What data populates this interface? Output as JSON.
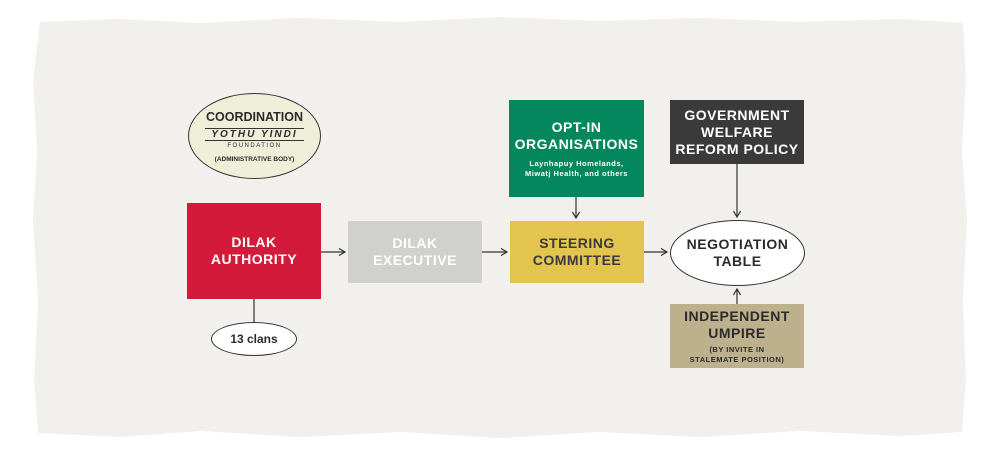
{
  "diagram": {
    "nodes": {
      "coordination": {
        "title": "COORDINATION",
        "logo_text": "YOTHU YINDI",
        "logo_sub": "FOUNDATION",
        "note": "(ADMINISTRATIVE BODY)"
      },
      "dilak_authority": {
        "line1": "DILAK",
        "line2": "AUTHORITY",
        "color": "#d41a3a"
      },
      "clans": {
        "label": "13 clans"
      },
      "dilak_executive": {
        "line1": "DILAK",
        "line2": "EXECUTIVE",
        "color": "#d0d0ce"
      },
      "steering": {
        "line1": "STEERING",
        "line2": "COMMITTEE",
        "color": "#e2c44e"
      },
      "optin": {
        "line1": "OPT-IN",
        "line2": "ORGANISATIONS",
        "sub1": "Laynhapuy Homelands,",
        "sub2": "Miwatj Health, and others",
        "color": "#05875d"
      },
      "government": {
        "line1": "GOVERNMENT",
        "line2": "WELFARE",
        "line3": "REFORM POLICY",
        "color": "#3a3a3a"
      },
      "negotiation": {
        "line1": "NEGOTIATION",
        "line2": "TABLE"
      },
      "umpire": {
        "line1": "INDEPENDENT",
        "line2": "UMPIRE",
        "sub1": "(BY INVITE IN",
        "sub2": "STALEMATE POSITION)",
        "color": "#bdb08c"
      }
    },
    "edges": [
      {
        "from": "dilak_authority",
        "to": "dilak_executive",
        "arrow": true
      },
      {
        "from": "dilak_executive",
        "to": "steering",
        "arrow": true
      },
      {
        "from": "steering",
        "to": "negotiation",
        "arrow": true
      },
      {
        "from": "optin",
        "to": "steering",
        "arrow": true
      },
      {
        "from": "government",
        "to": "negotiation",
        "arrow": true
      },
      {
        "from": "umpire",
        "to": "negotiation",
        "arrow": true
      },
      {
        "from": "dilak_authority",
        "to": "clans",
        "arrow": false
      }
    ]
  }
}
